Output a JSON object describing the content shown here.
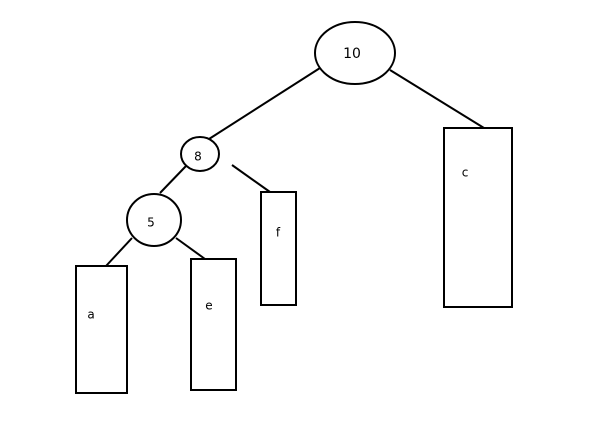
{
  "tree": {
    "nodes": {
      "root": {
        "label": "10",
        "kind": "internal"
      },
      "n8": {
        "label": "8",
        "kind": "internal"
      },
      "n5": {
        "label": "5",
        "kind": "internal"
      },
      "a": {
        "label": "a",
        "kind": "leaf"
      },
      "e": {
        "label": "e",
        "kind": "leaf"
      },
      "f": {
        "label": "f",
        "kind": "leaf"
      },
      "c": {
        "label": "c",
        "kind": "leaf"
      }
    },
    "edges": [
      [
        "root",
        "n8"
      ],
      [
        "root",
        "c"
      ],
      [
        "n8",
        "n5"
      ],
      [
        "n8",
        "f"
      ],
      [
        "n5",
        "a"
      ],
      [
        "n5",
        "e"
      ]
    ]
  }
}
